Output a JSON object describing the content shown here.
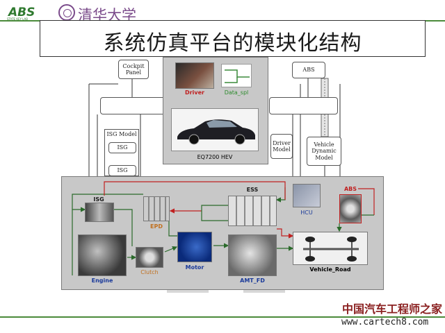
{
  "title": "系统仿真平台的模块化结构",
  "logo": {
    "letters": "ABS",
    "tagline": "STATE KEY LAB"
  },
  "university": "清华大学",
  "controllers": {
    "cockpit": "Cockpit\nPanel",
    "abs_controller": "ABS",
    "isg_model": "ISG Model",
    "isg_1": "ISG",
    "isg_2": "ISG",
    "driver_model": "Driver\nModel",
    "vehicle_dynamic_model": "Vehicle\nDynamic\nModel"
  },
  "center_panel": {
    "driver": "Driver",
    "data_spl": "Data_spl",
    "car_model": "EQ7200 HEV"
  },
  "components": {
    "isg": "ISG",
    "epd": "EPD",
    "ess": "ESS",
    "hcu": "HCU",
    "abs": "ABS",
    "engine": "Engine",
    "clutch": "Clutch",
    "motor": "Motor",
    "amt_fd": "AMT_FD",
    "vehicle_road": "Vehicle_Road"
  },
  "watermark": {
    "brand": "中国汽车工程师之家",
    "url": "www.cartech8.com"
  },
  "colors": {
    "accent_green": "#4a8a3a",
    "label_red": "#c02020",
    "label_blue": "#1a3a9a",
    "label_orange": "#c07020",
    "label_green": "#2a7a2a"
  }
}
